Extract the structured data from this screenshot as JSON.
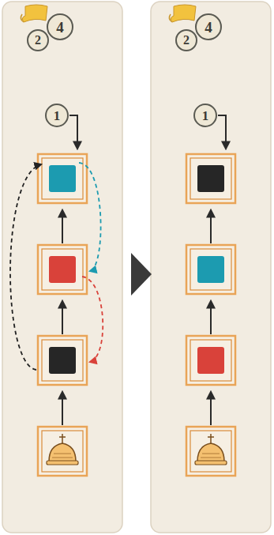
{
  "diagram": {
    "nodes": [
      {
        "text": [
          "2"
        ]
      },
      {
        "text": [
          "4"
        ]
      },
      {
        "text": [
          "1"
        ]
      },
      {
        "text": [
          "2"
        ]
      },
      {
        "text": [
          "4"
        ]
      },
      {
        "text": [
          "1"
        ]
      }
    ]
  }
}
